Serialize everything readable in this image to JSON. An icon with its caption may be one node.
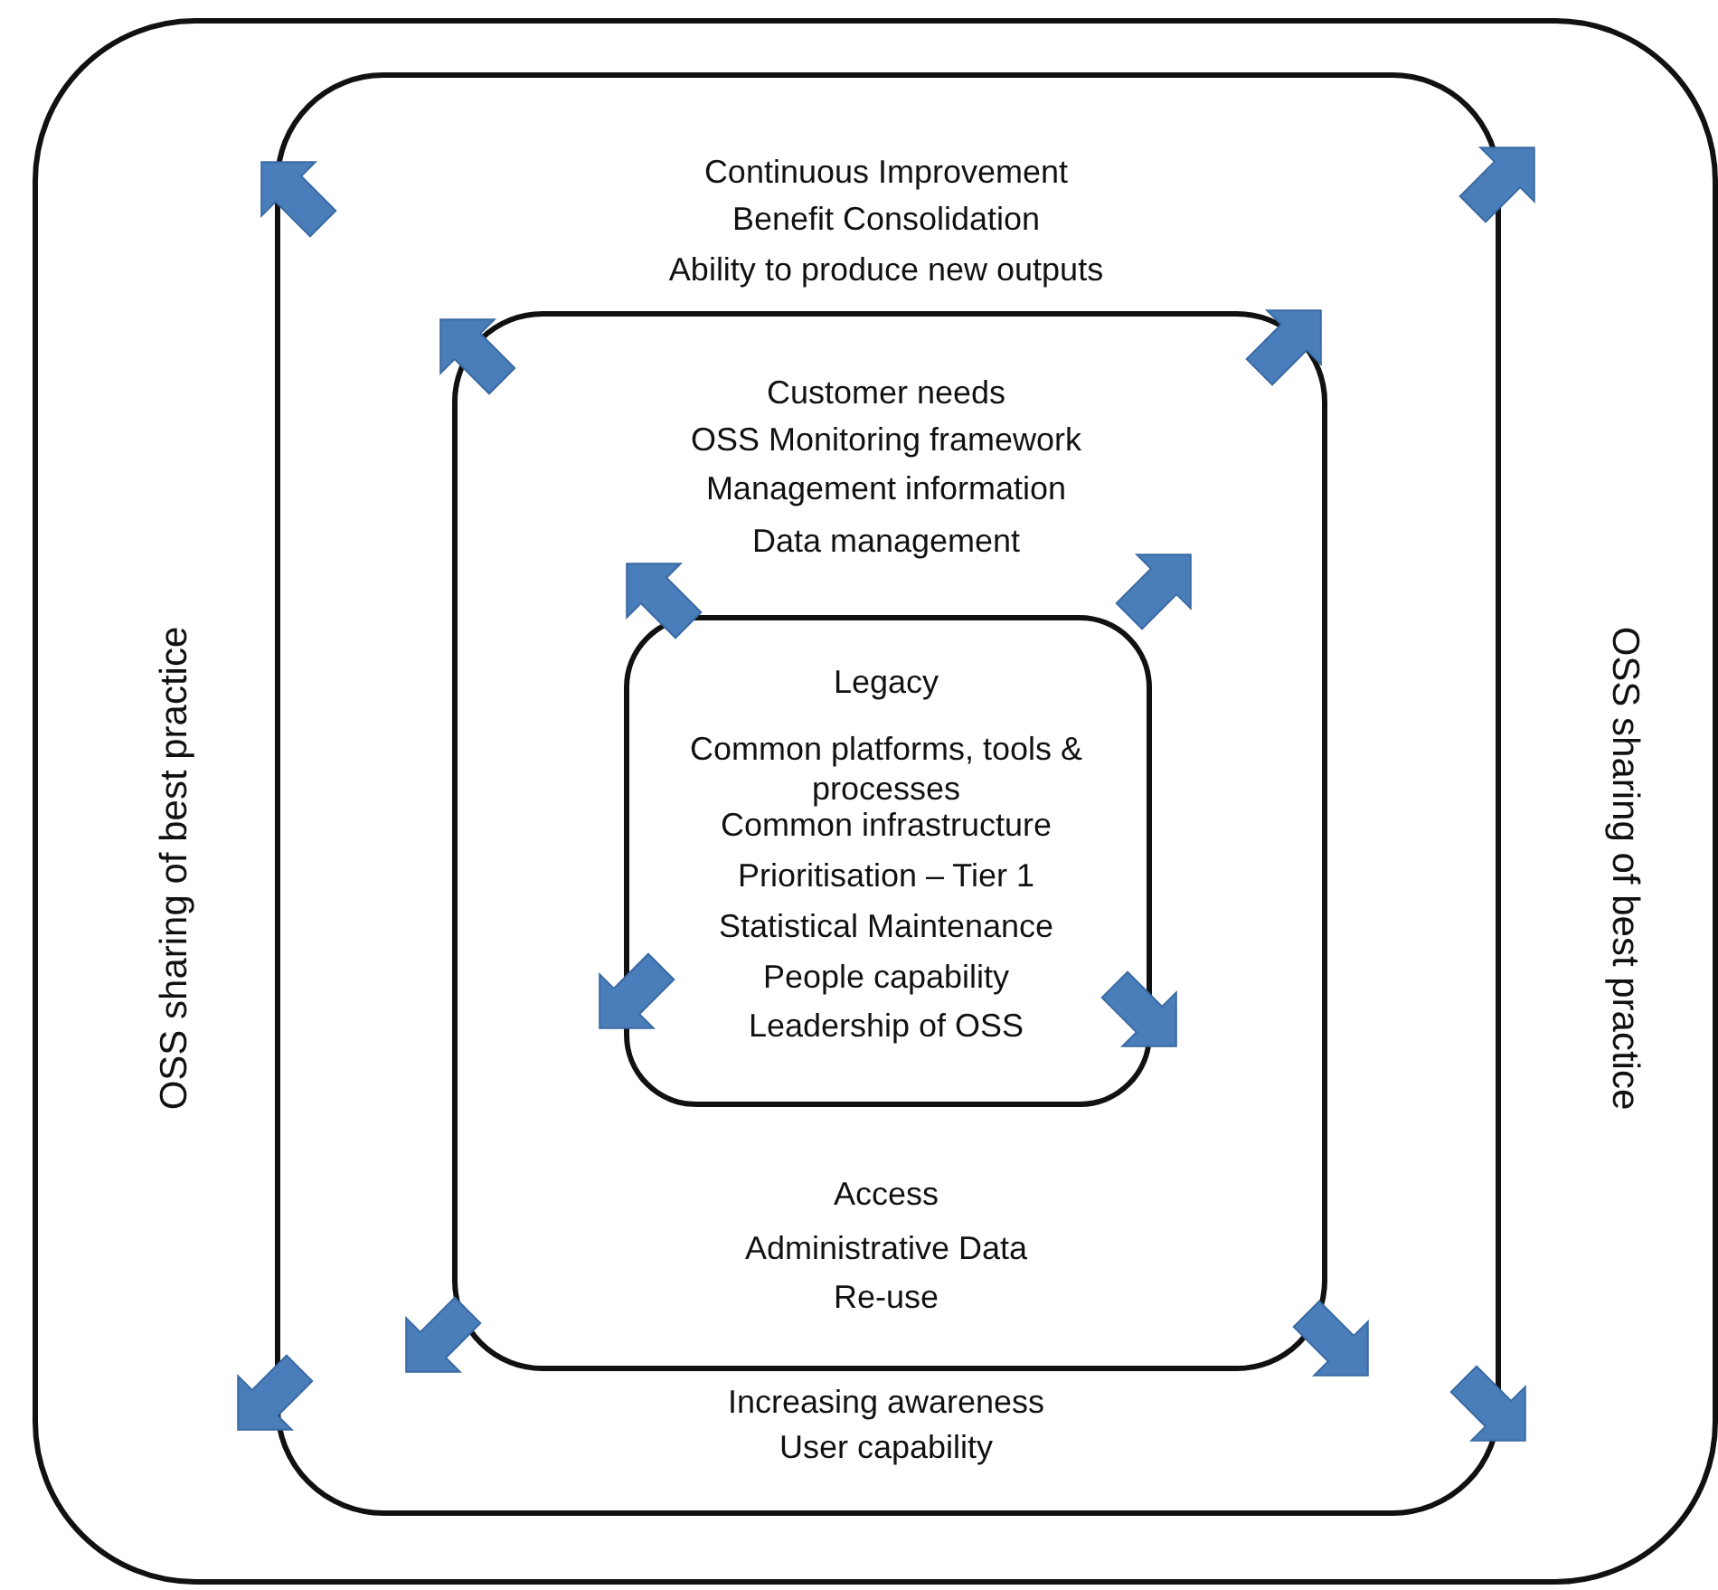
{
  "diagram": {
    "nodes": [
      {
        "text": [
          "OSS sharing of best practice",
          "OSS sharing of best practice"
        ]
      },
      {
        "text": [
          "Continuous Improvement",
          "Benefit Consolidation",
          "Ability to produce new outputs",
          "Increasing awareness",
          "User capability"
        ],
        "in": 0
      },
      {
        "text": [
          "Customer needs",
          "OSS Monitoring framework",
          "Management information",
          "Data management",
          "Access",
          "Administrative Data",
          "Re-use"
        ],
        "in": 1
      },
      {
        "text": [
          "Legacy",
          "Common platforms, tools & processes",
          "Common infrastructure",
          "Prioritisation – Tier 1",
          "Statistical Maintenance",
          "People capability",
          "Leadership of OSS"
        ],
        "in": 2
      }
    ]
  }
}
